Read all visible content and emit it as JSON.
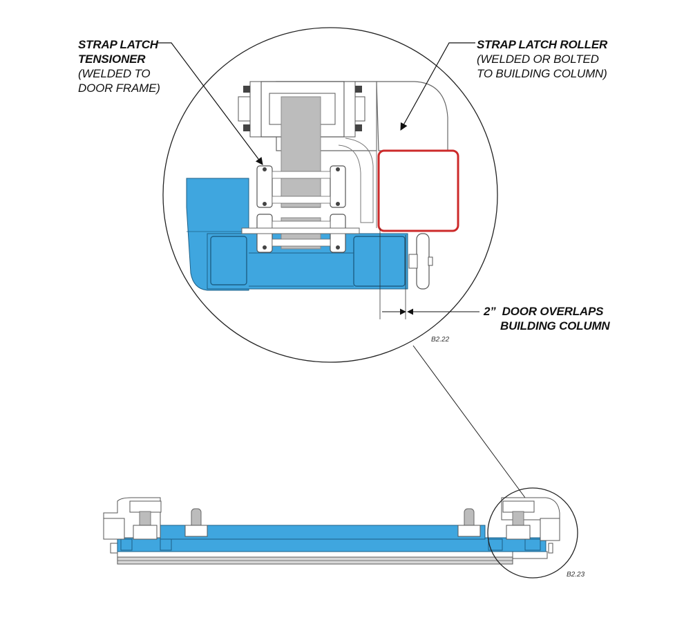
{
  "callouts": {
    "tensioner": {
      "title": [
        "STRAP LATCH",
        "TENSIONER"
      ],
      "note": [
        "(WELDED TO",
        "DOOR FRAME)"
      ]
    },
    "roller": {
      "title": "STRAP LATCH ROLLER",
      "note": [
        "(WELDED OR BOLTED",
        "TO BUILDING COLUMN)"
      ]
    },
    "overlap": {
      "lines": [
        "2”  DOOR OVERLAPS",
        "BUILDING COLUMN"
      ]
    }
  },
  "figure_codes": {
    "detail": "B2.22",
    "overview": "B2.23"
  },
  "colors": {
    "door_frame_blue": "#3fa6df",
    "building_column_red": "#cc2a2a",
    "strap_gray": "#b8b8b8",
    "line": "#222222"
  }
}
